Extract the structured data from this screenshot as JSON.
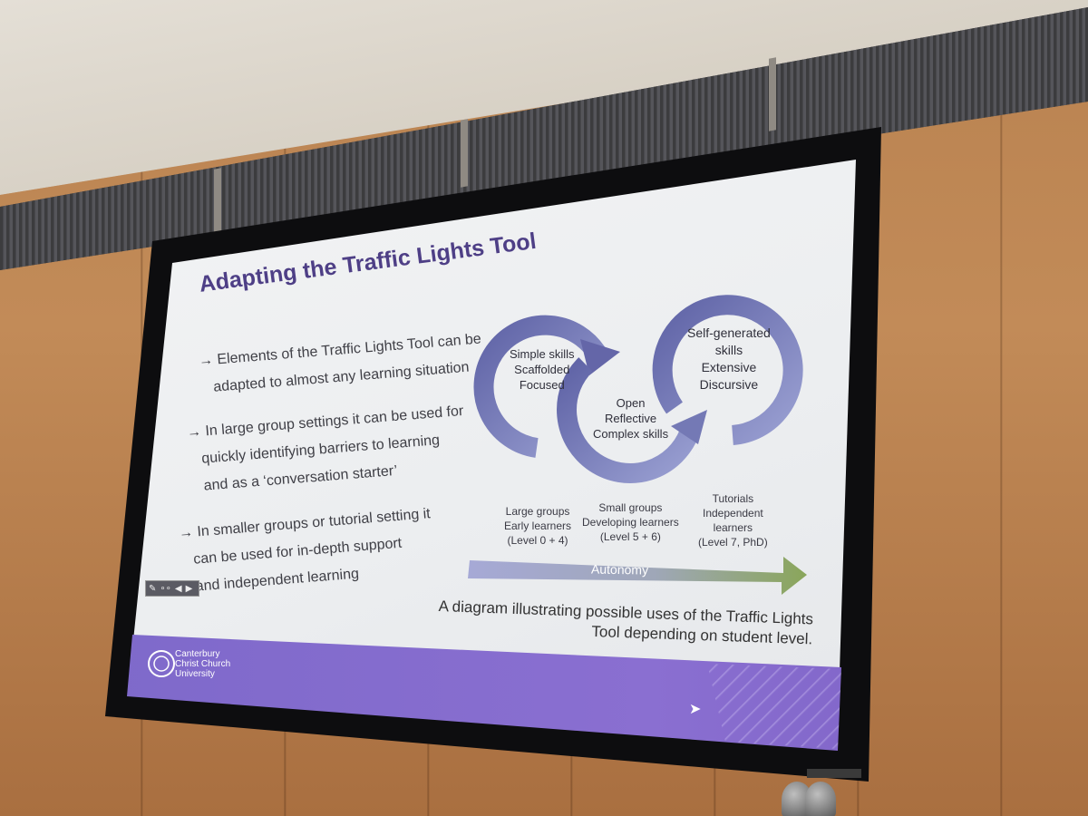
{
  "slide": {
    "title": "Adapting the Traffic Lights Tool",
    "bullets": [
      {
        "line1": "→ Elements of the Traffic Lights Tool can be",
        "line2": "adapted to almost any learning situation"
      },
      {
        "line1": "→ In large group settings it can be used for",
        "line2": "quickly identifying barriers to learning",
        "line3": "and as a ‘conversation starter’"
      },
      {
        "line1": "→ In smaller groups or tutorial setting it",
        "line2": "can be used for in-depth support",
        "line3": "and independent learning"
      }
    ],
    "diagram": {
      "loop1": [
        "Simple skills",
        "Scaffolded",
        "Focused"
      ],
      "loop2": [
        "Open",
        "Reflective",
        "Complex skills"
      ],
      "loop3": [
        "Self-generated",
        "skills",
        "Extensive",
        "Discursive"
      ],
      "levels": [
        [
          "Large groups",
          "Early learners",
          "(Level 0 + 4)"
        ],
        [
          "Small groups",
          "Developing learners",
          "(Level 5 + 6)"
        ],
        [
          "Tutorials",
          "Independent",
          "learners",
          "(Level 7, PhD)"
        ]
      ],
      "arrow_label": "Autonomy"
    },
    "caption_line1": "A diagram illustrating possible uses of the Traffic Lights",
    "caption_line2": "Tool depending on student level.",
    "logo": [
      "Canterbury",
      "Christ Church",
      "University"
    ]
  },
  "colors": {
    "title": "#4e3f86",
    "loop": "#6e6fae",
    "footer": "#7c68c9",
    "arrow_start": "#9a9fd0",
    "arrow_end": "#8aa65a"
  },
  "icons": [
    "microphone-icon",
    "cursor-icon",
    "slide-nav-icon"
  ]
}
